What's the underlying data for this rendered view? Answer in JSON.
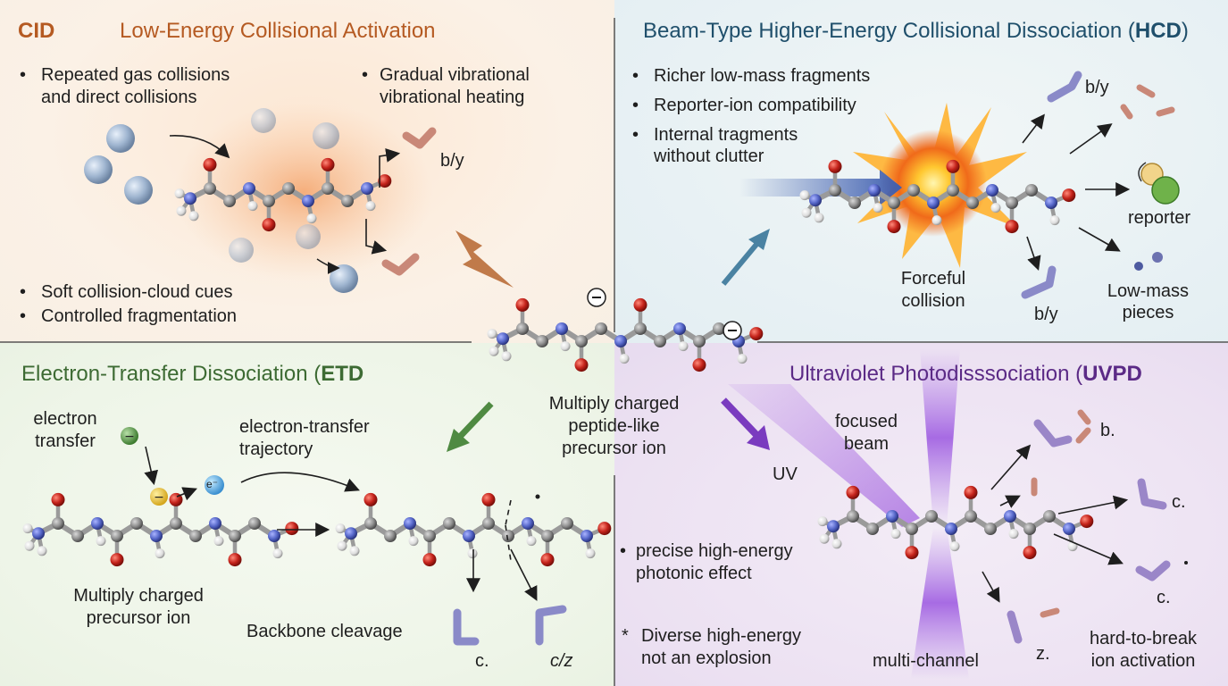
{
  "colors": {
    "cid": "#b55a22",
    "hcd": "#1f4f6b",
    "etd": "#3d6b33",
    "uvpd": "#5b2a86",
    "oxygen": "#c4231b",
    "nitrogen": "#5566c8",
    "carbon": "#8f8f8f",
    "hydrogen": "#e8e8e8"
  },
  "center": {
    "label_lines": [
      "Multiply charged",
      "peptide-like",
      "precursor ion"
    ]
  },
  "cid": {
    "abbr": "CID",
    "title": "Low-Energy Collisional Activation",
    "bullets_top": [
      "Repeated gas collisions",
      "and direct collisions"
    ],
    "bullet_right": [
      "Gradual vibrational",
      "vibrational heating"
    ],
    "bullets_bottom": [
      "Soft collision-cloud cues",
      "Controlled fragmentation"
    ],
    "fragment_label": "b/y"
  },
  "hcd": {
    "title_prefix": "Beam-Type Higher-Energy Collisional Dissociation (",
    "abbr": "HCD",
    "title_suffix": ")",
    "bullets": [
      "Richer low-mass fragments",
      "Reporter-ion compatibility",
      "Internal tragments"
    ],
    "bullet3_line2": "without clutter",
    "collision_label": [
      "Forceful",
      "collision"
    ],
    "label_by_top": "b/y",
    "label_by_bottom": "b/y",
    "label_reporter": "reporter",
    "label_lowmass": [
      "Low-mass",
      "pieces"
    ]
  },
  "etd": {
    "title_prefix": "Electron-Transfer Dissociation (",
    "abbr": "ETD",
    "electron_transfer": [
      "electron",
      "transfer"
    ],
    "trajectory": [
      "electron-transfer",
      "trajectory"
    ],
    "electron_symbol": "e⁻",
    "precursor": [
      "Multiply charged",
      "precursor ion"
    ],
    "cleavage": "Backbone cleavage",
    "label_c": "c.",
    "label_cz": "c/z"
  },
  "uvpd": {
    "title_prefix": "Ultraviolet Photodisssociation (",
    "abbr": "UVPD",
    "uv": "UV",
    "beam": [
      "focused",
      "beam"
    ],
    "bullet1": [
      "precise high-energy",
      "photonic effect"
    ],
    "bullet2": [
      "Diverse high-energy",
      "not an explosion"
    ],
    "multichannel": "multi-channel",
    "hard": [
      "hard-to-break",
      "ion activation"
    ],
    "label_b": "b.",
    "label_c1": "c.",
    "label_c2": "c.",
    "label_z": "z."
  }
}
